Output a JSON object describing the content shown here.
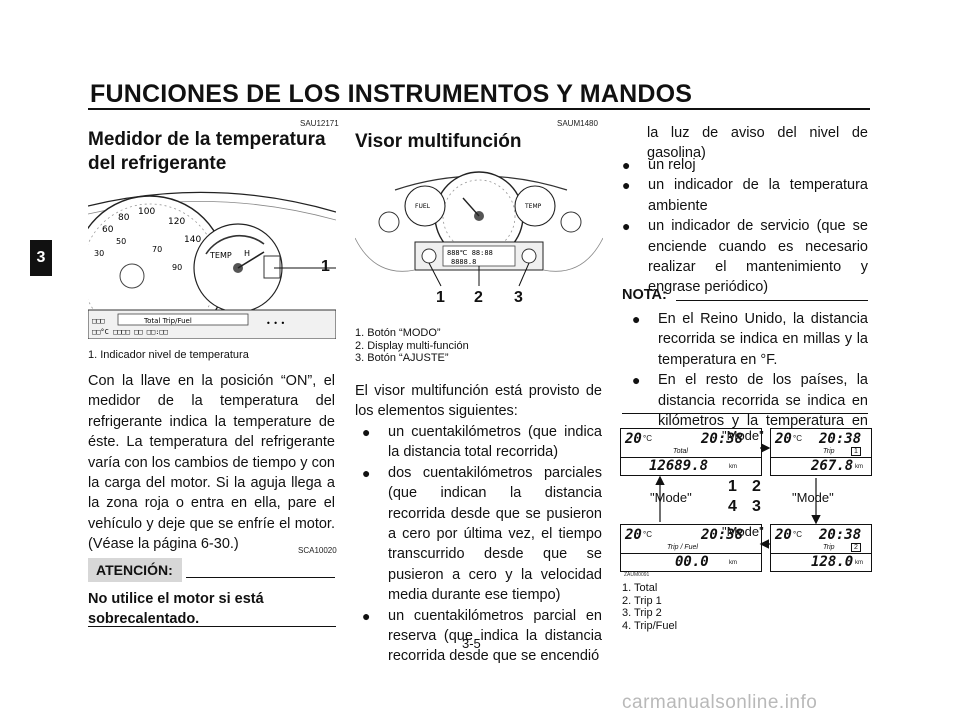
{
  "header": {
    "title": "FUNCIONES DE LOS INSTRUMENTOS Y MANDOS"
  },
  "chapter_tab": "3",
  "col1": {
    "code": "SAU12171",
    "heading": "Medidor de la temperatura del refrigerante",
    "fig_callout": "1",
    "caption": "1. Indicador nivel de temperatura",
    "paragraph": "Con la llave en la posición “ON”, el medidor de la temperatura del refrigerante indica la temperature de éste. La temperatura del refrigerante varía con los cambios de tiempo y con la carga del motor. Si la aguja llega a la zona roja o entra en ella, pare el vehículo y deje que se enfríe el motor. (Véase la página 6-30.)",
    "warn_code": "SCA10020",
    "warn_label": "ATENCIÓN:",
    "warn_text": "No utilice el motor si está sobrecalentado."
  },
  "col2": {
    "code": "SAUM1480",
    "heading": "Visor multifunción",
    "fig_callouts": [
      "1",
      "2",
      "3"
    ],
    "captions": [
      "1. Botón “MODO”",
      "2. Display multi-función",
      "3. Botón “AJUSTE”"
    ],
    "intro": "El visor multifunción está provisto de los elementos siguientes:",
    "bullets": [
      "un cuentakilómetros (que indica la distancia total recorrida)",
      "dos cuentakilómetros parciales (que indican la distancia recorrida desde que se pusieron a cero por última vez, el tiempo transcurrido desde que se pusieron a cero y la velocidad media durante ese tiempo)",
      "un cuentakilómetros parcial en reserva (que indica la distancia recorrida desde que se encendió"
    ]
  },
  "col3": {
    "continuation": "la luz de aviso del nivel de gasolina)",
    "bullets": [
      "un reloj",
      "un indicador de la temperatura ambiente",
      "un indicador de servicio (que se enciende cuando es necesario realizar el mantenimiento y engrase periódico)"
    ],
    "nota_label": "NOTA:",
    "nota_bullets": [
      "En el Reino Unido, la distancia recorrida se indica en millas y la temperatura en °F.",
      "En el resto de los países, la distancia recorrida se indica en kilómetros y la temperatura en °C."
    ],
    "diagram": {
      "mode_label": "\"Mode\"",
      "numbers": [
        "1",
        "2",
        "4",
        "3"
      ],
      "displays": [
        {
          "temp": "20",
          "unit": "°C",
          "clock": "20:38",
          "mode": "Total",
          "value": "12689.8",
          "unit_dist": "km"
        },
        {
          "temp": "20",
          "unit": "°C",
          "clock": "20:38",
          "mode": "Trip",
          "badge": "1",
          "value": "267.8",
          "unit_dist": "km"
        },
        {
          "temp": "20",
          "unit": "°C",
          "clock": "20:38",
          "mode": "Trip / Fuel",
          "value": "00.0",
          "unit_dist": "km"
        },
        {
          "temp": "20",
          "unit": "°C",
          "clock": "20:38",
          "mode": "Trip",
          "badge": "2",
          "value": "128.0",
          "unit_dist": "km"
        }
      ],
      "ref_code": "ZAUM0091"
    },
    "captions": [
      "1. Total",
      "2. Trip 1",
      "3. Trip 2",
      "4. Trip/Fuel"
    ]
  },
  "page_number": "3-5",
  "watermark": "carmanualsonline.info"
}
